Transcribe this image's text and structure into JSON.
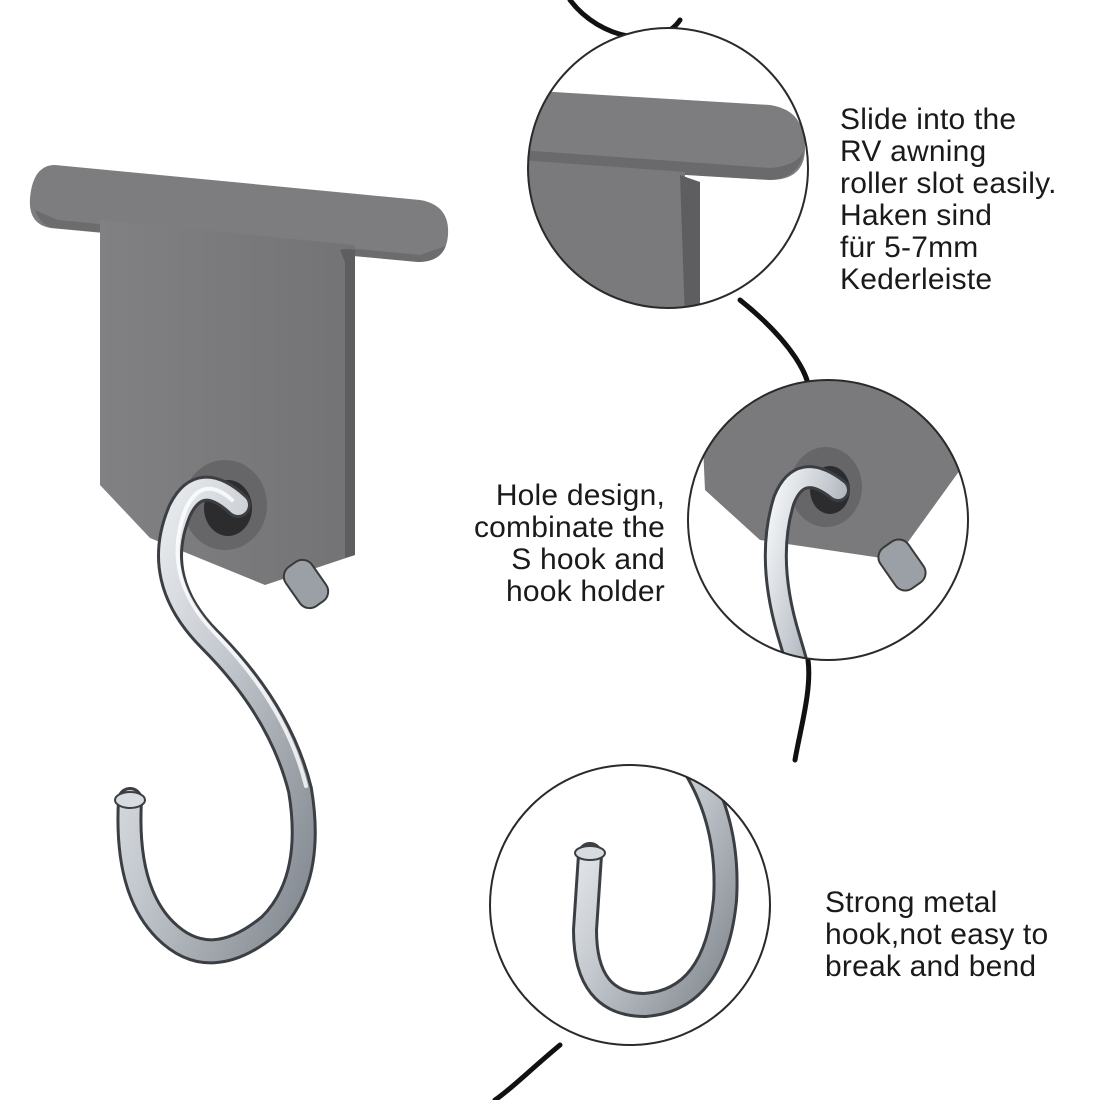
{
  "product": {
    "name": "rv-awning-s-hook-holder",
    "colors": {
      "holder_gray": "#7a7a7c",
      "holder_shadow": "#5f5f61",
      "metal_light": "#f2f4f6",
      "metal_mid": "#b9bec4",
      "metal_dark": "#6f757c",
      "outline": "#2a2a2a",
      "background": "#ffffff",
      "text": "#1a1a1a"
    }
  },
  "callouts": {
    "slide": {
      "lines": [
        "Slide into the",
        "RV awning",
        "roller slot easily.",
        "Haken sind",
        "für 5-7mm",
        "Kederleiste"
      ]
    },
    "hole": {
      "lines": [
        "Hole design,",
        "combinate the",
        "S hook and",
        "hook holder"
      ]
    },
    "hook": {
      "lines": [
        "Strong metal",
        "hook,not easy to",
        "break and bend"
      ]
    }
  }
}
